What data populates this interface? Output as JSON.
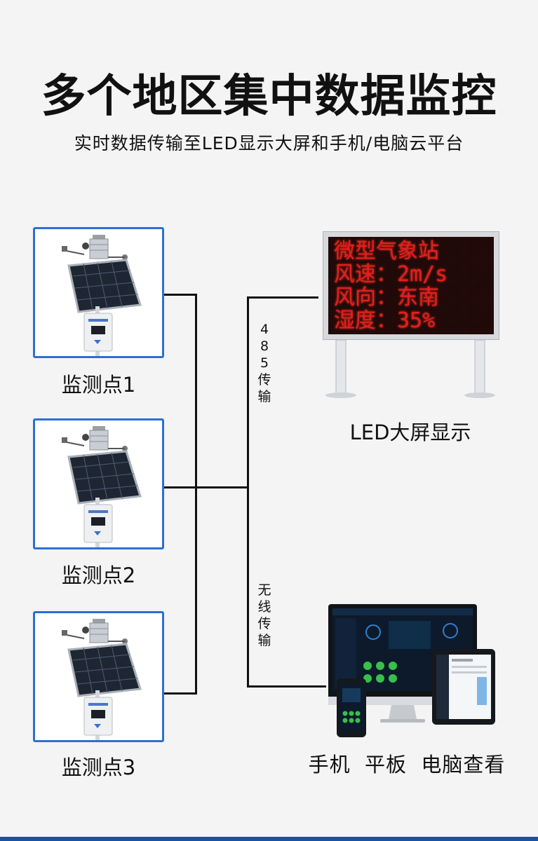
{
  "header": {
    "title": "多个地区集中数据监控",
    "subtitle": "实时数据传输至LED显示大屏和手机/电脑云平台"
  },
  "stations": [
    {
      "label": "监测点1"
    },
    {
      "label": "监测点2"
    },
    {
      "label": "监测点3"
    }
  ],
  "links": {
    "wired_chars": [
      "4",
      "8",
      "5",
      "传",
      "输"
    ],
    "wireless_chars": [
      "无",
      "线",
      "传",
      "输"
    ]
  },
  "led_display": {
    "rows": [
      "微型气象站",
      "风速：2m/s",
      "风向：东南",
      "湿度：35%"
    ],
    "label": "LED大屏显示",
    "text_color": "#e0211d"
  },
  "devices": {
    "label": "手机  平板  电脑查看"
  },
  "colors": {
    "accent_border": "#2b6fd6",
    "bottom_bar": "#1f4f9e"
  }
}
